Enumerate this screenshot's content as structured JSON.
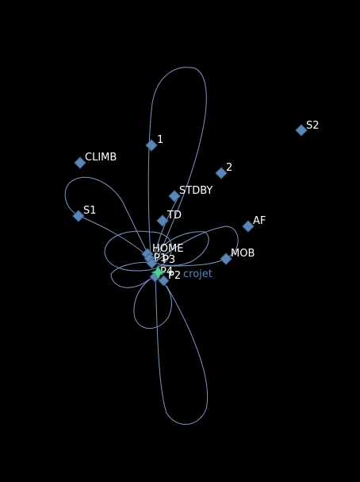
{
  "colors": {
    "background": "#000000",
    "track": "#7f95c0",
    "waypoint_fill": "#5b86b5",
    "waypoint_stroke": "#3c5f88",
    "label": "#ffffff",
    "aircraft": "#4ccf9a",
    "aircraft_label": "#5b86b5"
  },
  "aircraft": {
    "name": "Microjet",
    "label": "crojet",
    "icon": "aircraft-icon"
  },
  "waypoints": [
    {
      "id": "s2",
      "label": "S2"
    },
    {
      "id": "1",
      "label": "1"
    },
    {
      "id": "climb",
      "label": "CLIMB"
    },
    {
      "id": "2",
      "label": "2"
    },
    {
      "id": "stdby",
      "label": "STDBY"
    },
    {
      "id": "s1",
      "label": "S1"
    },
    {
      "id": "td",
      "label": "TD"
    },
    {
      "id": "af",
      "label": "AF"
    },
    {
      "id": "home",
      "label": "HOME"
    },
    {
      "id": "mob",
      "label": "MOB"
    },
    {
      "id": "p1",
      "label": "P1"
    },
    {
      "id": "p3",
      "label": "P3"
    },
    {
      "id": "p4",
      "label": "P4"
    },
    {
      "id": "p2",
      "label": "P2"
    }
  ]
}
